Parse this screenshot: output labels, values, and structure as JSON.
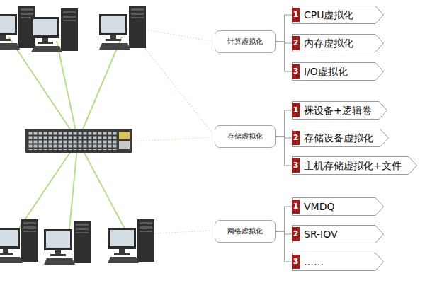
{
  "diagram": {
    "nodes": [
      {
        "text": [
          "计算虚拟化"
        ]
      },
      {
        "text": [
          "CPU虚拟化"
        ]
      },
      {
        "text": [
          "内存虚拟化"
        ]
      },
      {
        "text": [
          "I/O虚拟化"
        ]
      },
      {
        "text": [
          "存储虚拟化"
        ]
      },
      {
        "text": [
          "裸设备+逻辑卷"
        ]
      },
      {
        "text": [
          "存储设备虚拟化"
        ]
      },
      {
        "text": [
          "主机存储虚拟化+文件"
        ]
      },
      {
        "text": [
          "网络虚拟化"
        ]
      },
      {
        "text": [
          "VMDQ"
        ]
      },
      {
        "text": [
          "SR-IOV"
        ]
      },
      {
        "text": [
          "……"
        ]
      }
    ],
    "edges": [
      {
        "from": 0,
        "to": 1,
        "arrow": "none"
      },
      {
        "from": 0,
        "to": 2,
        "arrow": "none"
      },
      {
        "from": 0,
        "to": 3,
        "arrow": "none"
      },
      {
        "from": 4,
        "to": 5,
        "arrow": "none"
      },
      {
        "from": 4,
        "to": 6,
        "arrow": "none"
      },
      {
        "from": 4,
        "to": 7,
        "arrow": "none"
      },
      {
        "from": 8,
        "to": 9,
        "arrow": "none"
      },
      {
        "from": 8,
        "to": 10,
        "arrow": "none"
      },
      {
        "from": 8,
        "to": 11,
        "arrow": "none"
      }
    ],
    "labels": [
      "1",
      "2",
      "3",
      "1",
      "2",
      "3",
      "1",
      "2",
      "3"
    ]
  }
}
